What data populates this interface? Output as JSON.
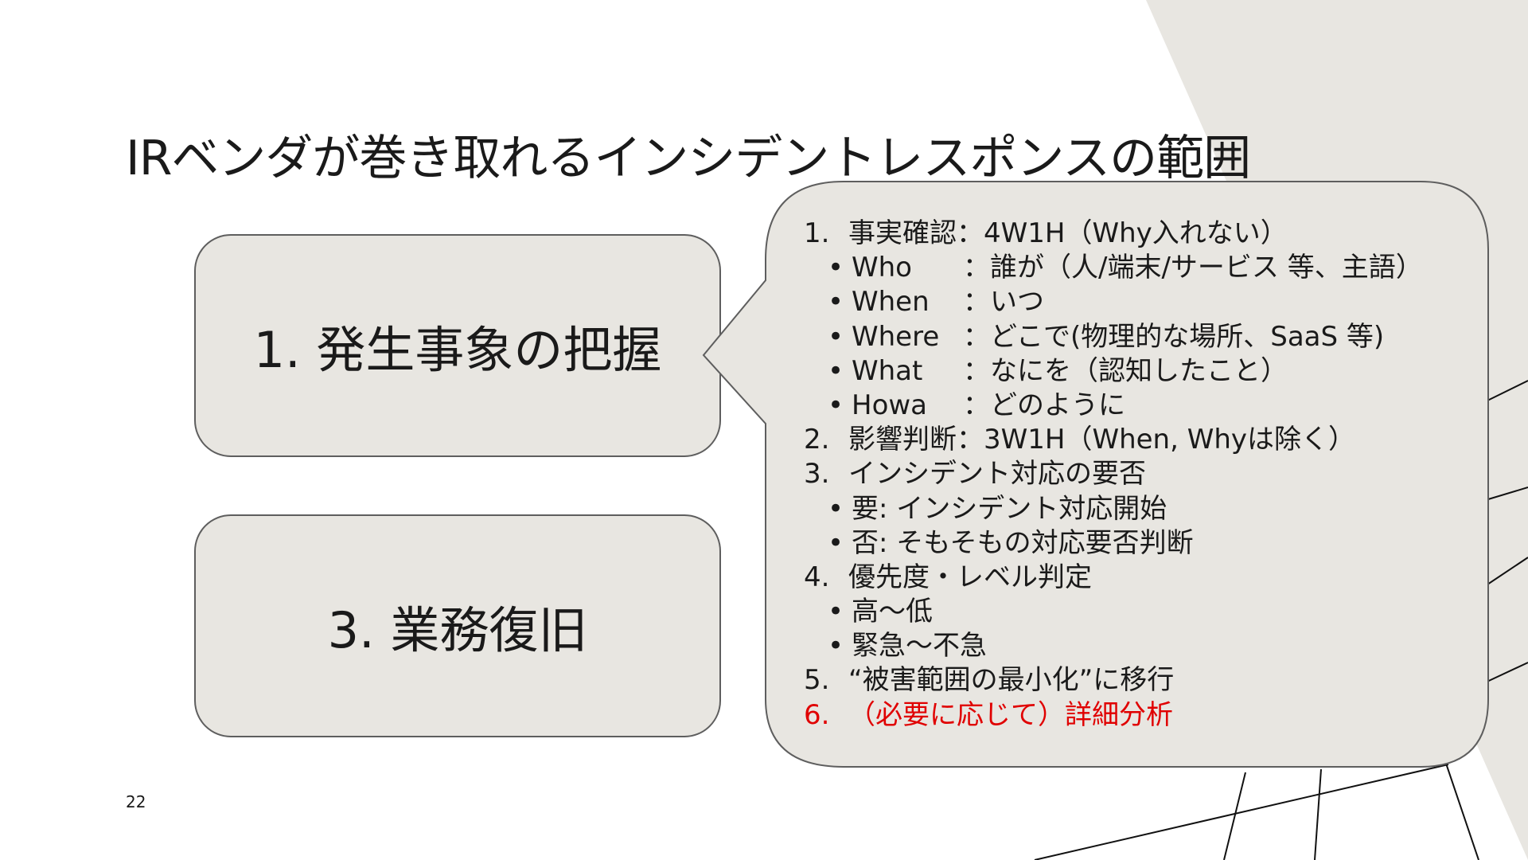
{
  "slide": {
    "title": "IRベンダが巻き取れるインシデントレスポンスの範囲",
    "page_number": "22",
    "boxes": {
      "box1": "1. 発生事象の把握",
      "box3": "3. 業務復旧"
    },
    "callout": {
      "items": [
        {
          "type": "num",
          "num": "1.",
          "text": "事実確認：4W1H（Why入れない）"
        },
        {
          "type": "bullet",
          "label": "Who",
          "text": "：誰が（人/端末/サービス 等、主語）"
        },
        {
          "type": "bullet",
          "label": "When",
          "text": "：いつ"
        },
        {
          "type": "bullet",
          "label": "Where",
          "text": "：どこで(物理的な場所、SaaS 等)"
        },
        {
          "type": "bullet",
          "label": "What",
          "text": "：なにを（認知したこと）"
        },
        {
          "type": "bullet",
          "label": "Howa",
          "text": "：どのように"
        },
        {
          "type": "num",
          "num": "2.",
          "text": "影響判断：3W1H（When, Whyは除く）"
        },
        {
          "type": "num",
          "num": "3.",
          "text": "インシデント対応の要否"
        },
        {
          "type": "bullet",
          "label": "",
          "text": "要: インシデント対応開始"
        },
        {
          "type": "bullet",
          "label": "",
          "text": "否: そもそもの対応要否判断"
        },
        {
          "type": "num",
          "num": "4.",
          "text": "優先度・レベル判定"
        },
        {
          "type": "bullet",
          "label": "",
          "text": "高～低"
        },
        {
          "type": "bullet",
          "label": "",
          "text": "緊急～不急"
        },
        {
          "type": "num",
          "num": "5.",
          "text": "“被害範囲の最小化”に移行"
        },
        {
          "type": "num-red",
          "num": "6.",
          "text": "（必要に応じて）詳細分析"
        }
      ]
    }
  },
  "colors": {
    "box_fill": "#e8e6e1",
    "box_border": "#5e5e5e",
    "decor_triangle": "#e8e6e1",
    "highlight_red": "#e00000"
  }
}
